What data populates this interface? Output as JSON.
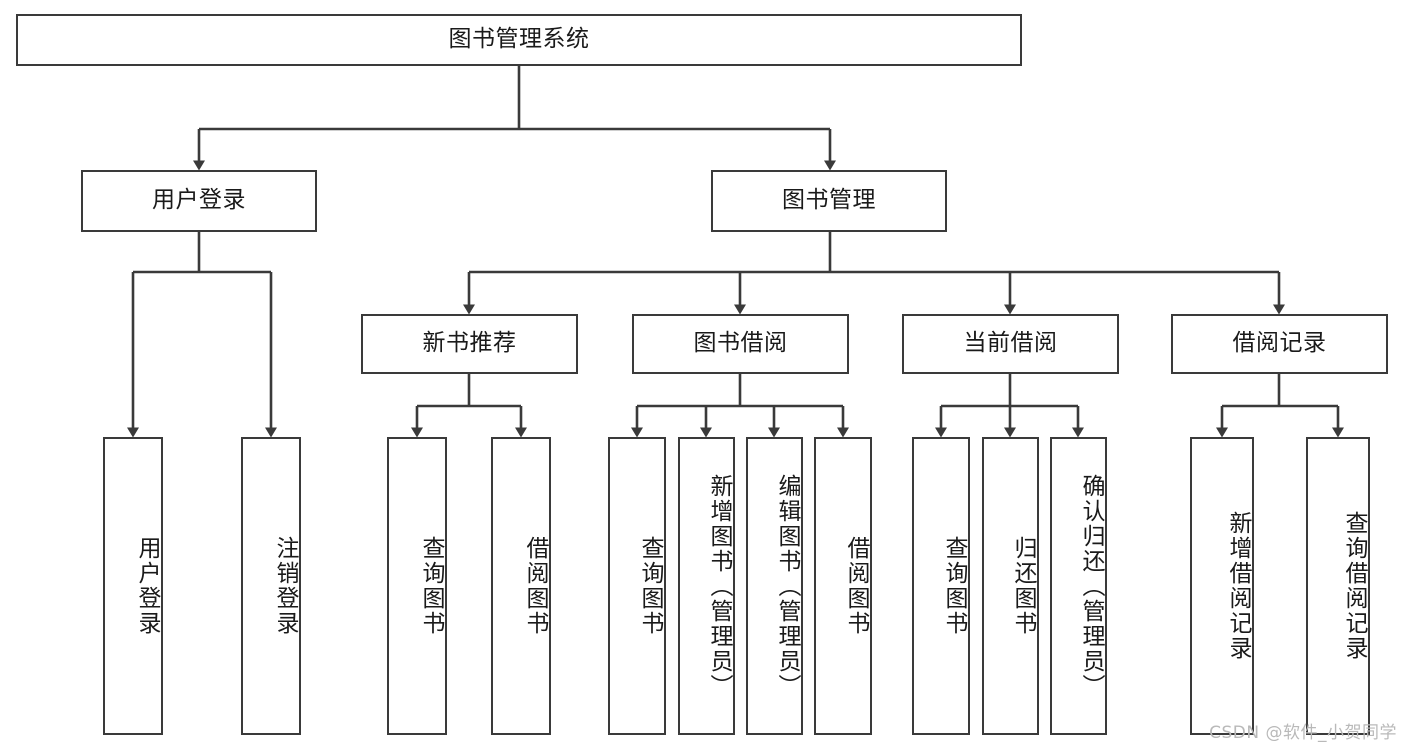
{
  "diagram": {
    "title_node": {
      "label": "图书管理系统"
    },
    "level2": [
      {
        "key": "user-login",
        "label": "用户登录"
      },
      {
        "key": "book-management",
        "label": "图书管理"
      }
    ],
    "level3": [
      {
        "key": "new-book-recommend",
        "label": "新书推荐"
      },
      {
        "key": "book-borrow",
        "label": "图书借阅"
      },
      {
        "key": "current-borrow",
        "label": "当前借阅"
      },
      {
        "key": "borrow-record",
        "label": "借阅记录"
      }
    ],
    "leaves": {
      "user_login": [
        {
          "key": "leaf-user-login",
          "label": "用户登录"
        },
        {
          "key": "leaf-logout-login",
          "label": "注销登录"
        }
      ],
      "new_book_recommend": [
        {
          "key": "leaf-query-book-1",
          "label": "查询图书"
        },
        {
          "key": "leaf-borrow-book-1",
          "label": "借阅图书"
        }
      ],
      "book_borrow": [
        {
          "key": "leaf-query-book-2",
          "label": "查询图书"
        },
        {
          "key": "leaf-add-book-admin",
          "label": "新增图书（管理员）"
        },
        {
          "key": "leaf-edit-book-admin",
          "label": "编辑图书（管理员）"
        },
        {
          "key": "leaf-borrow-book-2",
          "label": "借阅图书"
        }
      ],
      "current_borrow": [
        {
          "key": "leaf-query-book-3",
          "label": "查询图书"
        },
        {
          "key": "leaf-return-book",
          "label": "归还图书"
        },
        {
          "key": "leaf-confirm-return-admin",
          "label": "确认归还（管理员）"
        }
      ],
      "borrow_record": [
        {
          "key": "leaf-add-borrow-record",
          "label": "新增借阅记录"
        },
        {
          "key": "leaf-query-borrow-record",
          "label": "查询借阅记录"
        }
      ]
    },
    "colors": {
      "stroke": "#3a3a3a",
      "text": "#1a1a1a",
      "background": "#ffffff",
      "watermark": "#b9b9b9"
    }
  },
  "watermark": {
    "text": "CSDN @软件_小贺同学"
  }
}
